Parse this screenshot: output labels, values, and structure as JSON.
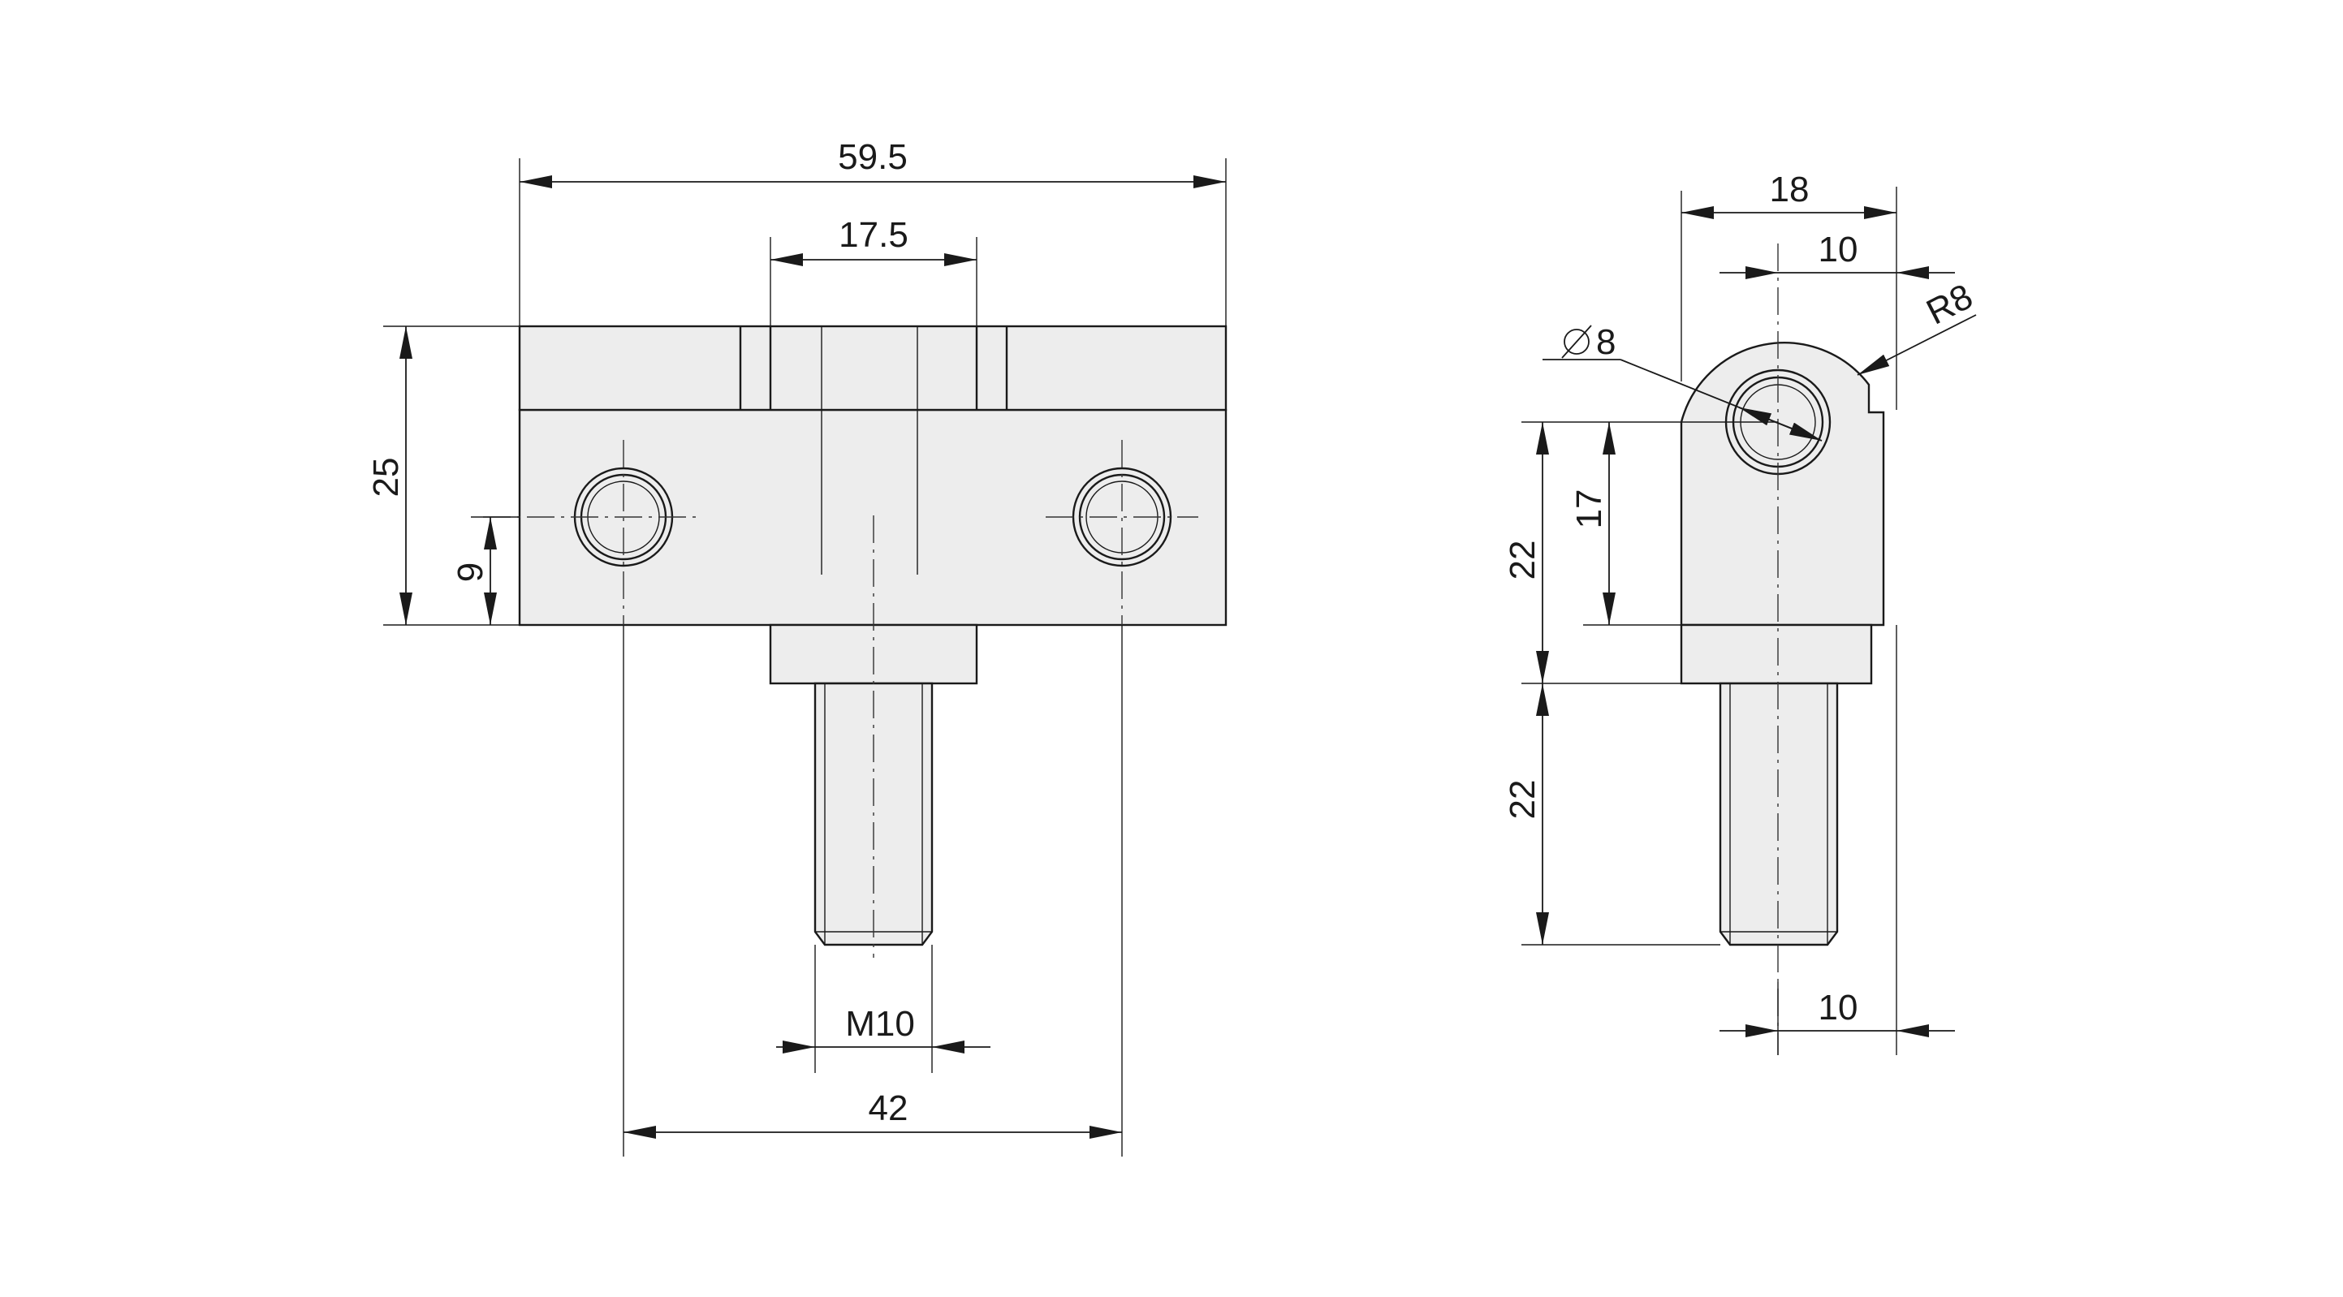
{
  "front_view": {
    "dim_overall_width": "59.5",
    "dim_slot_width": "17.5",
    "dim_height": "25",
    "dim_hole_height": "9",
    "dim_thread": "M10",
    "dim_hole_spacing": "42"
  },
  "side_view": {
    "dim_width": "18",
    "dim_top_offset": "10",
    "dim_radius": "R8",
    "dim_bore_diameter": "8",
    "dim_bore_height": "17",
    "dim_upper_height": "22",
    "dim_lower_height": "22",
    "dim_bottom_offset": "10"
  },
  "colors": {
    "part_fill": "#ededed",
    "line": "#1a1a1a",
    "background": "#ffffff"
  }
}
